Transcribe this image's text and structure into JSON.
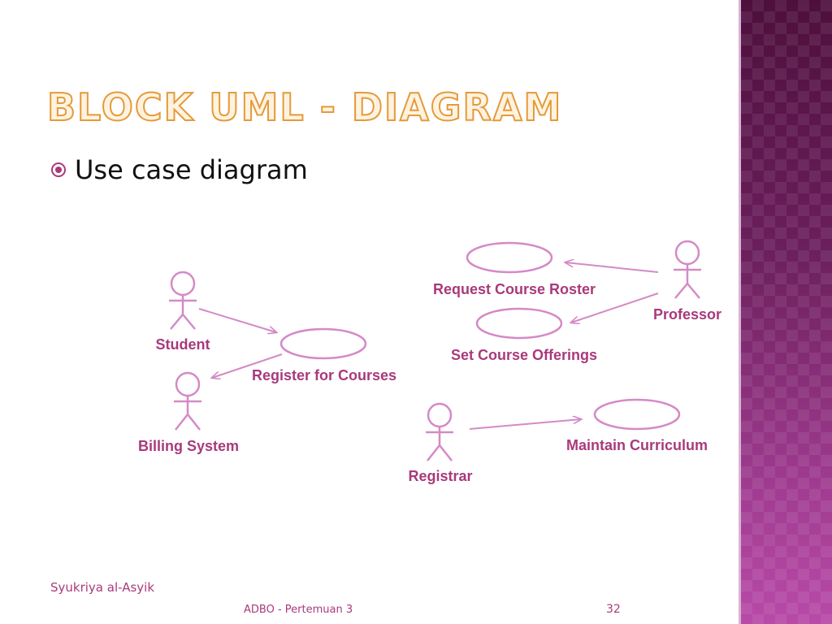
{
  "slide": {
    "title": "Block UML - Diagram",
    "bullet": "Use case diagram"
  },
  "diagram": {
    "actors": {
      "student": "Student",
      "billing": "Billing System",
      "professor": "Professor",
      "registrar": "Registrar"
    },
    "use_cases": {
      "register": "Register for Courses",
      "roster": "Request Course Roster",
      "offerings": "Set Course Offerings",
      "curriculum": "Maintain Curriculum"
    }
  },
  "footer": {
    "author": "Syukriya  al-Asyik",
    "course": "ADBO - Pertemuan 3",
    "page": "32"
  },
  "colors": {
    "diagram_pink": "#d48ac6",
    "label_magenta": "#a83a7c",
    "title_orange": "#e59a3a",
    "panel_purple": "#7a2a6e"
  }
}
